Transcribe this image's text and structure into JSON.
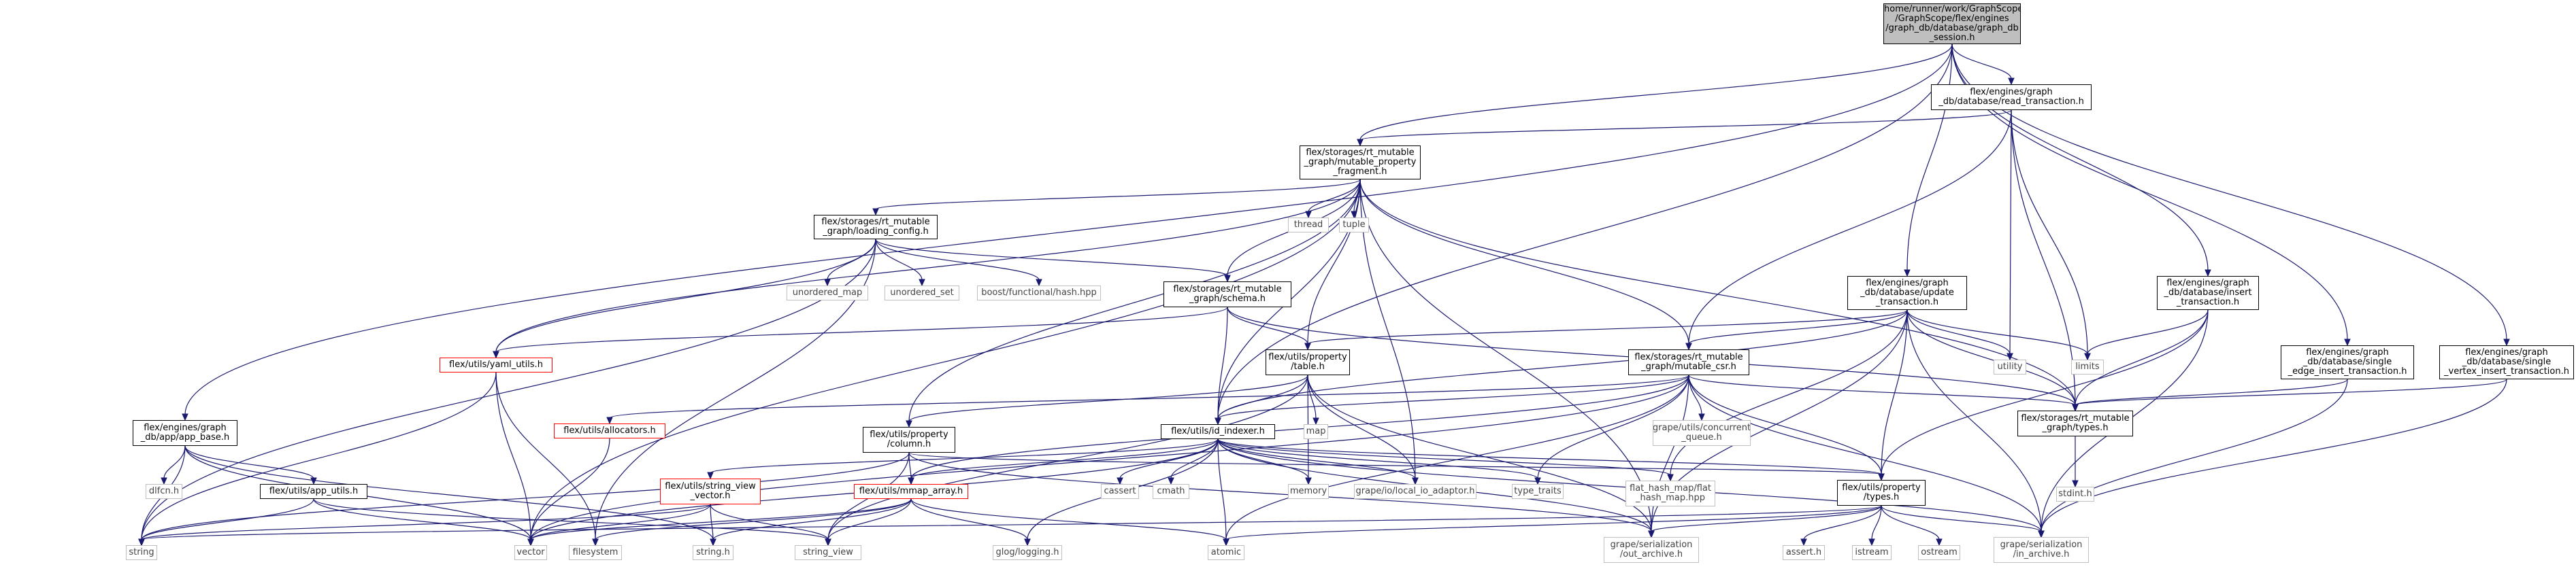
{
  "diagram": {
    "nodes": [
      {
        "id": "n00",
        "label": "/home/runner/work/GraphScope\n/GraphScope/flex/engines\n/graph_db/database/graph_db\n_session.h",
        "style": "root"
      },
      {
        "id": "n01",
        "label": "flex/engines/graph\n_db/database/read_transaction.h",
        "style": "normal"
      },
      {
        "id": "n02",
        "label": "flex/storages/rt_mutable\n_graph/mutable_property\n_fragment.h",
        "style": "normal"
      },
      {
        "id": "n03",
        "label": "flex/storages/rt_mutable\n_graph/loading_config.h",
        "style": "normal"
      },
      {
        "id": "n04",
        "label": "thread",
        "style": "ext"
      },
      {
        "id": "n05",
        "label": "tuple",
        "style": "ext"
      },
      {
        "id": "n06",
        "label": "unordered_map",
        "style": "ext"
      },
      {
        "id": "n07",
        "label": "unordered_set",
        "style": "ext"
      },
      {
        "id": "n08",
        "label": "boost/functional/hash.hpp",
        "style": "ext"
      },
      {
        "id": "n09",
        "label": "flex/storages/rt_mutable\n_graph/schema.h",
        "style": "normal"
      },
      {
        "id": "n10",
        "label": "flex/engines/graph\n_db/database/update\n_transaction.h",
        "style": "normal"
      },
      {
        "id": "n11",
        "label": "flex/engines/graph\n_db/database/insert\n_transaction.h",
        "style": "normal"
      },
      {
        "id": "n12",
        "label": "flex/engines/graph\n_db/database/single\n_edge_insert_transaction.h",
        "style": "normal"
      },
      {
        "id": "n13",
        "label": "flex/engines/graph\n_db/database/single\n_vertex_insert_transaction.h",
        "style": "normal"
      },
      {
        "id": "n14",
        "label": "flex/utils/yaml_utils.h",
        "style": "red"
      },
      {
        "id": "n15",
        "label": "flex/utils/property\n/table.h",
        "style": "normal"
      },
      {
        "id": "n16",
        "label": "flex/storages/rt_mutable\n_graph/mutable_csr.h",
        "style": "normal"
      },
      {
        "id": "n17",
        "label": "utility",
        "style": "ext"
      },
      {
        "id": "n18",
        "label": "limits",
        "style": "ext"
      },
      {
        "id": "n19",
        "label": "flex/storages/rt_mutable\n_graph/types.h",
        "style": "normal"
      },
      {
        "id": "n20",
        "label": "flex/engines/graph\n_db/app/app_base.h",
        "style": "normal"
      },
      {
        "id": "n21",
        "label": "flex/utils/allocators.h",
        "style": "red"
      },
      {
        "id": "n22",
        "label": "flex/utils/property\n/column.h",
        "style": "normal"
      },
      {
        "id": "n23",
        "label": "flex/utils/id_indexer.h",
        "style": "normal"
      },
      {
        "id": "n24",
        "label": "map",
        "style": "ext"
      },
      {
        "id": "n25",
        "label": "grape/utils/concurrent\n_queue.h",
        "style": "ext"
      },
      {
        "id": "n26",
        "label": "stdint.h",
        "style": "ext"
      },
      {
        "id": "n27",
        "label": "dlfcn.h",
        "style": "ext"
      },
      {
        "id": "n28",
        "label": "flex/utils/app_utils.h",
        "style": "normal"
      },
      {
        "id": "n29",
        "label": "flex/utils/string_view\n_vector.h",
        "style": "red"
      },
      {
        "id": "n30",
        "label": "flex/utils/mmap_array.h",
        "style": "red"
      },
      {
        "id": "n31",
        "label": "cassert",
        "style": "ext"
      },
      {
        "id": "n32",
        "label": "cmath",
        "style": "ext"
      },
      {
        "id": "n33",
        "label": "memory",
        "style": "ext"
      },
      {
        "id": "n34",
        "label": "grape/io/local_io_adaptor.h",
        "style": "ext"
      },
      {
        "id": "n35",
        "label": "type_traits",
        "style": "ext"
      },
      {
        "id": "n36",
        "label": "flat_hash_map/flat\n_hash_map.hpp",
        "style": "ext"
      },
      {
        "id": "n37",
        "label": "flex/utils/property\n/types.h",
        "style": "normal"
      },
      {
        "id": "n38",
        "label": "string",
        "style": "ext"
      },
      {
        "id": "n39",
        "label": "vector",
        "style": "ext"
      },
      {
        "id": "n40",
        "label": "filesystem",
        "style": "ext"
      },
      {
        "id": "n41",
        "label": "string.h",
        "style": "ext"
      },
      {
        "id": "n42",
        "label": "string_view",
        "style": "ext"
      },
      {
        "id": "n43",
        "label": "glog/logging.h",
        "style": "ext"
      },
      {
        "id": "n44",
        "label": "atomic",
        "style": "ext"
      },
      {
        "id": "n45",
        "label": "grape/serialization\n/out_archive.h",
        "style": "ext"
      },
      {
        "id": "n46",
        "label": "assert.h",
        "style": "ext"
      },
      {
        "id": "n47",
        "label": "istream",
        "style": "ext"
      },
      {
        "id": "n48",
        "label": "ostream",
        "style": "ext"
      },
      {
        "id": "n49",
        "label": "grape/serialization\n/in_archive.h",
        "style": "ext"
      }
    ],
    "edges": [
      [
        "n00",
        "n01"
      ],
      [
        "n00",
        "n02"
      ],
      [
        "n00",
        "n10"
      ],
      [
        "n00",
        "n11"
      ],
      [
        "n00",
        "n12"
      ],
      [
        "n00",
        "n13"
      ],
      [
        "n00",
        "n20"
      ],
      [
        "n00",
        "n23"
      ],
      [
        "n01",
        "n02"
      ],
      [
        "n01",
        "n16"
      ],
      [
        "n01",
        "n17"
      ],
      [
        "n01",
        "n18"
      ],
      [
        "n01",
        "n19"
      ],
      [
        "n02",
        "n03"
      ],
      [
        "n02",
        "n04"
      ],
      [
        "n02",
        "n05"
      ],
      [
        "n02",
        "n09"
      ],
      [
        "n02",
        "n14"
      ],
      [
        "n02",
        "n15"
      ],
      [
        "n02",
        "n16"
      ],
      [
        "n02",
        "n19"
      ],
      [
        "n02",
        "n22"
      ],
      [
        "n02",
        "n23"
      ],
      [
        "n02",
        "n34"
      ],
      [
        "n02",
        "n39"
      ],
      [
        "n02",
        "n45"
      ],
      [
        "n03",
        "n06"
      ],
      [
        "n03",
        "n07"
      ],
      [
        "n03",
        "n08"
      ],
      [
        "n03",
        "n09"
      ],
      [
        "n03",
        "n14"
      ],
      [
        "n03",
        "n38"
      ],
      [
        "n03",
        "n40"
      ],
      [
        "n09",
        "n14"
      ],
      [
        "n09",
        "n15"
      ],
      [
        "n09",
        "n19"
      ],
      [
        "n09",
        "n23"
      ],
      [
        "n10",
        "n15"
      ],
      [
        "n10",
        "n16"
      ],
      [
        "n10",
        "n17"
      ],
      [
        "n10",
        "n18"
      ],
      [
        "n10",
        "n19"
      ],
      [
        "n10",
        "n23"
      ],
      [
        "n10",
        "n36"
      ],
      [
        "n10",
        "n37"
      ],
      [
        "n10",
        "n45"
      ],
      [
        "n10",
        "n49"
      ],
      [
        "n11",
        "n18"
      ],
      [
        "n11",
        "n19"
      ],
      [
        "n11",
        "n37"
      ],
      [
        "n11",
        "n49"
      ],
      [
        "n12",
        "n19"
      ],
      [
        "n12",
        "n49"
      ],
      [
        "n13",
        "n19"
      ],
      [
        "n13",
        "n49"
      ],
      [
        "n14",
        "n38"
      ],
      [
        "n14",
        "n39"
      ],
      [
        "n14",
        "n40"
      ],
      [
        "n15",
        "n22"
      ],
      [
        "n15",
        "n23"
      ],
      [
        "n15",
        "n24"
      ],
      [
        "n15",
        "n33"
      ],
      [
        "n15",
        "n34"
      ],
      [
        "n15",
        "n42"
      ],
      [
        "n15",
        "n45"
      ],
      [
        "n16",
        "n19"
      ],
      [
        "n16",
        "n21"
      ],
      [
        "n16",
        "n23"
      ],
      [
        "n16",
        "n25"
      ],
      [
        "n16",
        "n30"
      ],
      [
        "n16",
        "n35"
      ],
      [
        "n16",
        "n37"
      ],
      [
        "n16",
        "n39"
      ],
      [
        "n16",
        "n44"
      ],
      [
        "n16",
        "n45"
      ],
      [
        "n16",
        "n49"
      ],
      [
        "n19",
        "n26"
      ],
      [
        "n20",
        "n27"
      ],
      [
        "n20",
        "n28"
      ],
      [
        "n20",
        "n38"
      ],
      [
        "n20",
        "n39"
      ],
      [
        "n20",
        "n41"
      ],
      [
        "n21",
        "n39"
      ],
      [
        "n22",
        "n30"
      ],
      [
        "n22",
        "n37"
      ],
      [
        "n22",
        "n38"
      ],
      [
        "n22",
        "n42"
      ],
      [
        "n22",
        "n45"
      ],
      [
        "n23",
        "n29"
      ],
      [
        "n23",
        "n30"
      ],
      [
        "n23",
        "n31"
      ],
      [
        "n23",
        "n32"
      ],
      [
        "n23",
        "n33"
      ],
      [
        "n23",
        "n34"
      ],
      [
        "n23",
        "n35"
      ],
      [
        "n23",
        "n36"
      ],
      [
        "n23",
        "n37"
      ],
      [
        "n23",
        "n39"
      ],
      [
        "n23",
        "n43"
      ],
      [
        "n23",
        "n44"
      ],
      [
        "n23",
        "n45"
      ],
      [
        "n23",
        "n49"
      ],
      [
        "n28",
        "n38"
      ],
      [
        "n28",
        "n39"
      ],
      [
        "n28",
        "n42"
      ],
      [
        "n29",
        "n38"
      ],
      [
        "n29",
        "n39"
      ],
      [
        "n29",
        "n41"
      ],
      [
        "n29",
        "n42"
      ],
      [
        "n30",
        "n39"
      ],
      [
        "n30",
        "n40"
      ],
      [
        "n30",
        "n41"
      ],
      [
        "n30",
        "n42"
      ],
      [
        "n30",
        "n43"
      ],
      [
        "n30",
        "n44"
      ],
      [
        "n37",
        "n38"
      ],
      [
        "n37",
        "n44"
      ],
      [
        "n37",
        "n45"
      ],
      [
        "n37",
        "n46"
      ],
      [
        "n37",
        "n47"
      ],
      [
        "n37",
        "n48"
      ],
      [
        "n37",
        "n49"
      ]
    ]
  },
  "colors": {
    "edge": "#191970",
    "node_border": "#000000",
    "external_border": "#bfbfbf",
    "highlight_border": "#ff0000",
    "root_fill": "#bfbfbf"
  }
}
